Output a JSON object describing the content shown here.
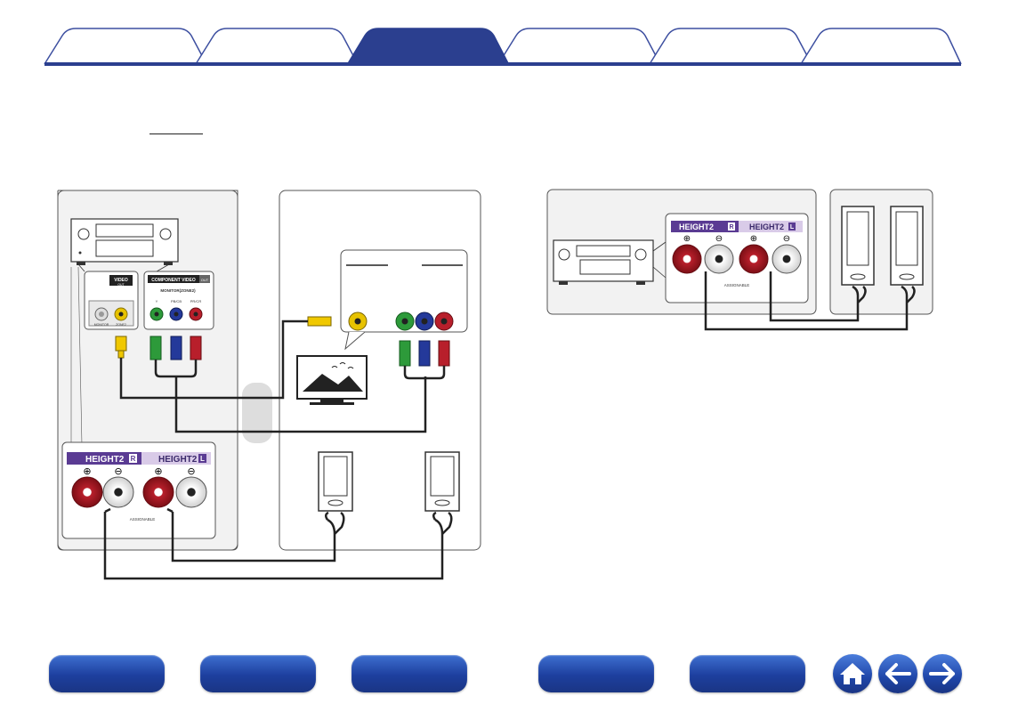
{
  "tabs": [
    {
      "label": "",
      "active": false
    },
    {
      "label": "",
      "active": false
    },
    {
      "label": "",
      "active": true
    },
    {
      "label": "",
      "active": false
    },
    {
      "label": "",
      "active": false
    },
    {
      "label": "",
      "active": false
    }
  ],
  "diagram": {
    "video_panel": {
      "title": "VIDEO",
      "subtitle": "OUT",
      "jacks": [
        "MONITOR",
        "ZONE2"
      ]
    },
    "component_panel": {
      "title": "COMPONENT VIDEO",
      "badge": "OUT",
      "subtitle": "MONITOR(ZONE2)",
      "jacks": [
        "Y",
        "PB/CB",
        "PR/CR"
      ]
    },
    "speaker_terminal": {
      "label_right": "HEIGHT2",
      "right_badge": "R",
      "label_left": "HEIGHT2",
      "left_badge": "L",
      "plus": "⊕",
      "minus": "⊖",
      "assign": "ASSIGNABLE"
    }
  },
  "bottom_nav": [
    {
      "label": ""
    },
    {
      "label": ""
    },
    {
      "label": ""
    },
    {
      "label": ""
    },
    {
      "label": ""
    }
  ],
  "icons": {
    "home": "home-icon",
    "back": "arrow-left-icon",
    "forward": "arrow-right-icon"
  },
  "colors": {
    "tab_active": "#2b3f8f",
    "tab_border": "#3d4fa0",
    "nav_blue": "#1d3f9e",
    "purple": "#5a3b93",
    "red_jack": "#b81f2b",
    "green_jack": "#2d9a3a",
    "blue_jack": "#24399a",
    "yellow_jack": "#e7c200"
  }
}
